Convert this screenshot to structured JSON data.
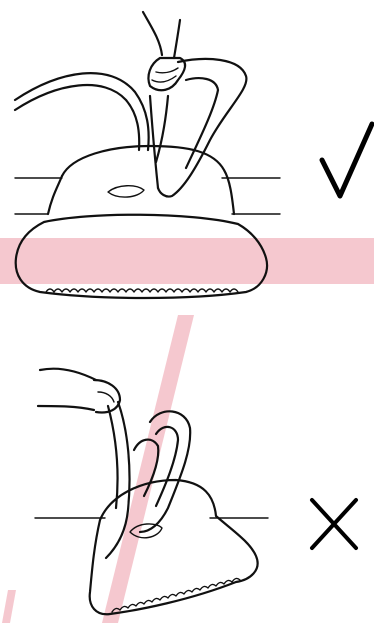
{
  "figure": {
    "correct_panel": {
      "verdict": "correct",
      "mark_symbol": "check-mark",
      "highlight_color": "#f2b6bf",
      "highlight_meaning": "waterline"
    },
    "incorrect_panel": {
      "verdict": "incorrect",
      "mark_symbol": "cross-mark",
      "highlight_color": "#f2b6bf",
      "highlight_meaning": "tilt-angle"
    }
  }
}
